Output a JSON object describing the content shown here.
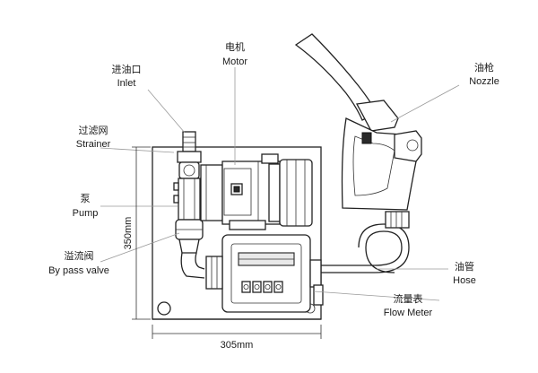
{
  "labels": {
    "motor_cn": "电机",
    "motor_en": "Motor",
    "inlet_cn": "进油口",
    "inlet_en": "Inlet",
    "nozzle_cn": "油枪",
    "nozzle_en": "Nozzle",
    "strainer_cn": "过滤网",
    "strainer_en": "Strainer",
    "pump_cn": "泵",
    "pump_en": "Pump",
    "bypass_cn": "溢流阀",
    "bypass_en": "By pass valve",
    "hose_cn": "油管",
    "hose_en": "Hose",
    "flowmeter_cn": "流量表",
    "flowmeter_en": "Flow Meter"
  },
  "dimensions": {
    "height": "350mm",
    "width": "305mm"
  },
  "colors": {
    "line": "#222222",
    "leader": "#9a9a9a",
    "text": "#1a1a1a"
  }
}
